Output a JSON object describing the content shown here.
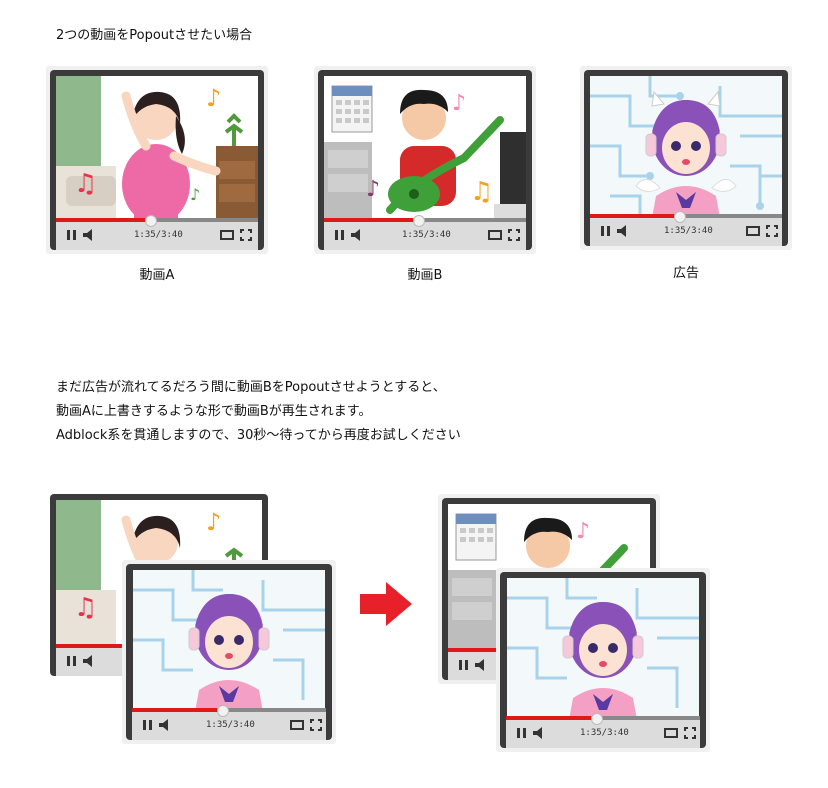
{
  "title": "2つの動画をPopoutさせたい場合",
  "captions": {
    "video_a": "動画A",
    "video_b": "動画B",
    "ad": "広告"
  },
  "description": {
    "line1": "まだ広告が流れてるだろう間に動画BをPopoutさせようとすると、",
    "line2": "動画Aに上書きするような形で動画Bが再生されます。",
    "line3": "Adblock系を貫通しますので、30秒〜待ってから再度お試しください"
  },
  "player": {
    "time": "1:35/3:40"
  },
  "colors": {
    "arrow": "#e8202a",
    "progress": "#e01818",
    "frame": "#3b3b3b"
  },
  "icons": [
    "pause-icon",
    "volume-icon",
    "miniplayer-icon",
    "fullscreen-icon",
    "arrow-right-icon"
  ]
}
